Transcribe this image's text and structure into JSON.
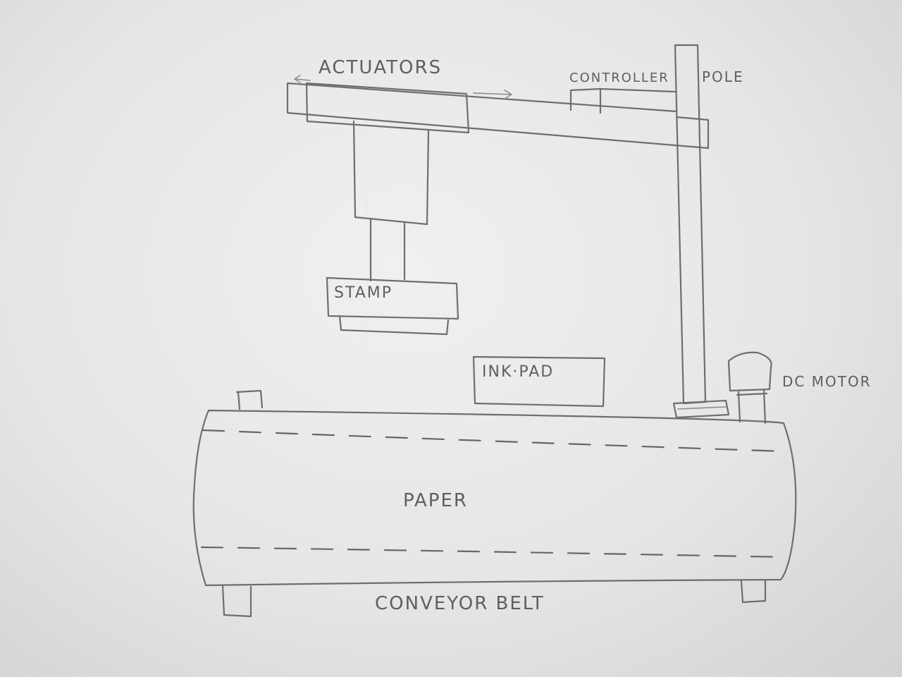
{
  "labels": {
    "actuators": "ACTUATORS",
    "controller": "CONTROLLER",
    "pole": "POLE",
    "stamp": "STAMP",
    "ink_pad": "INK·PAD",
    "dc_motor": "DC MOTOR",
    "paper": "PAPER",
    "conveyor_belt": "CONVEYOR BELT"
  },
  "colors": {
    "pencil": "#6e6e6e",
    "paper_background": "#ececea"
  }
}
